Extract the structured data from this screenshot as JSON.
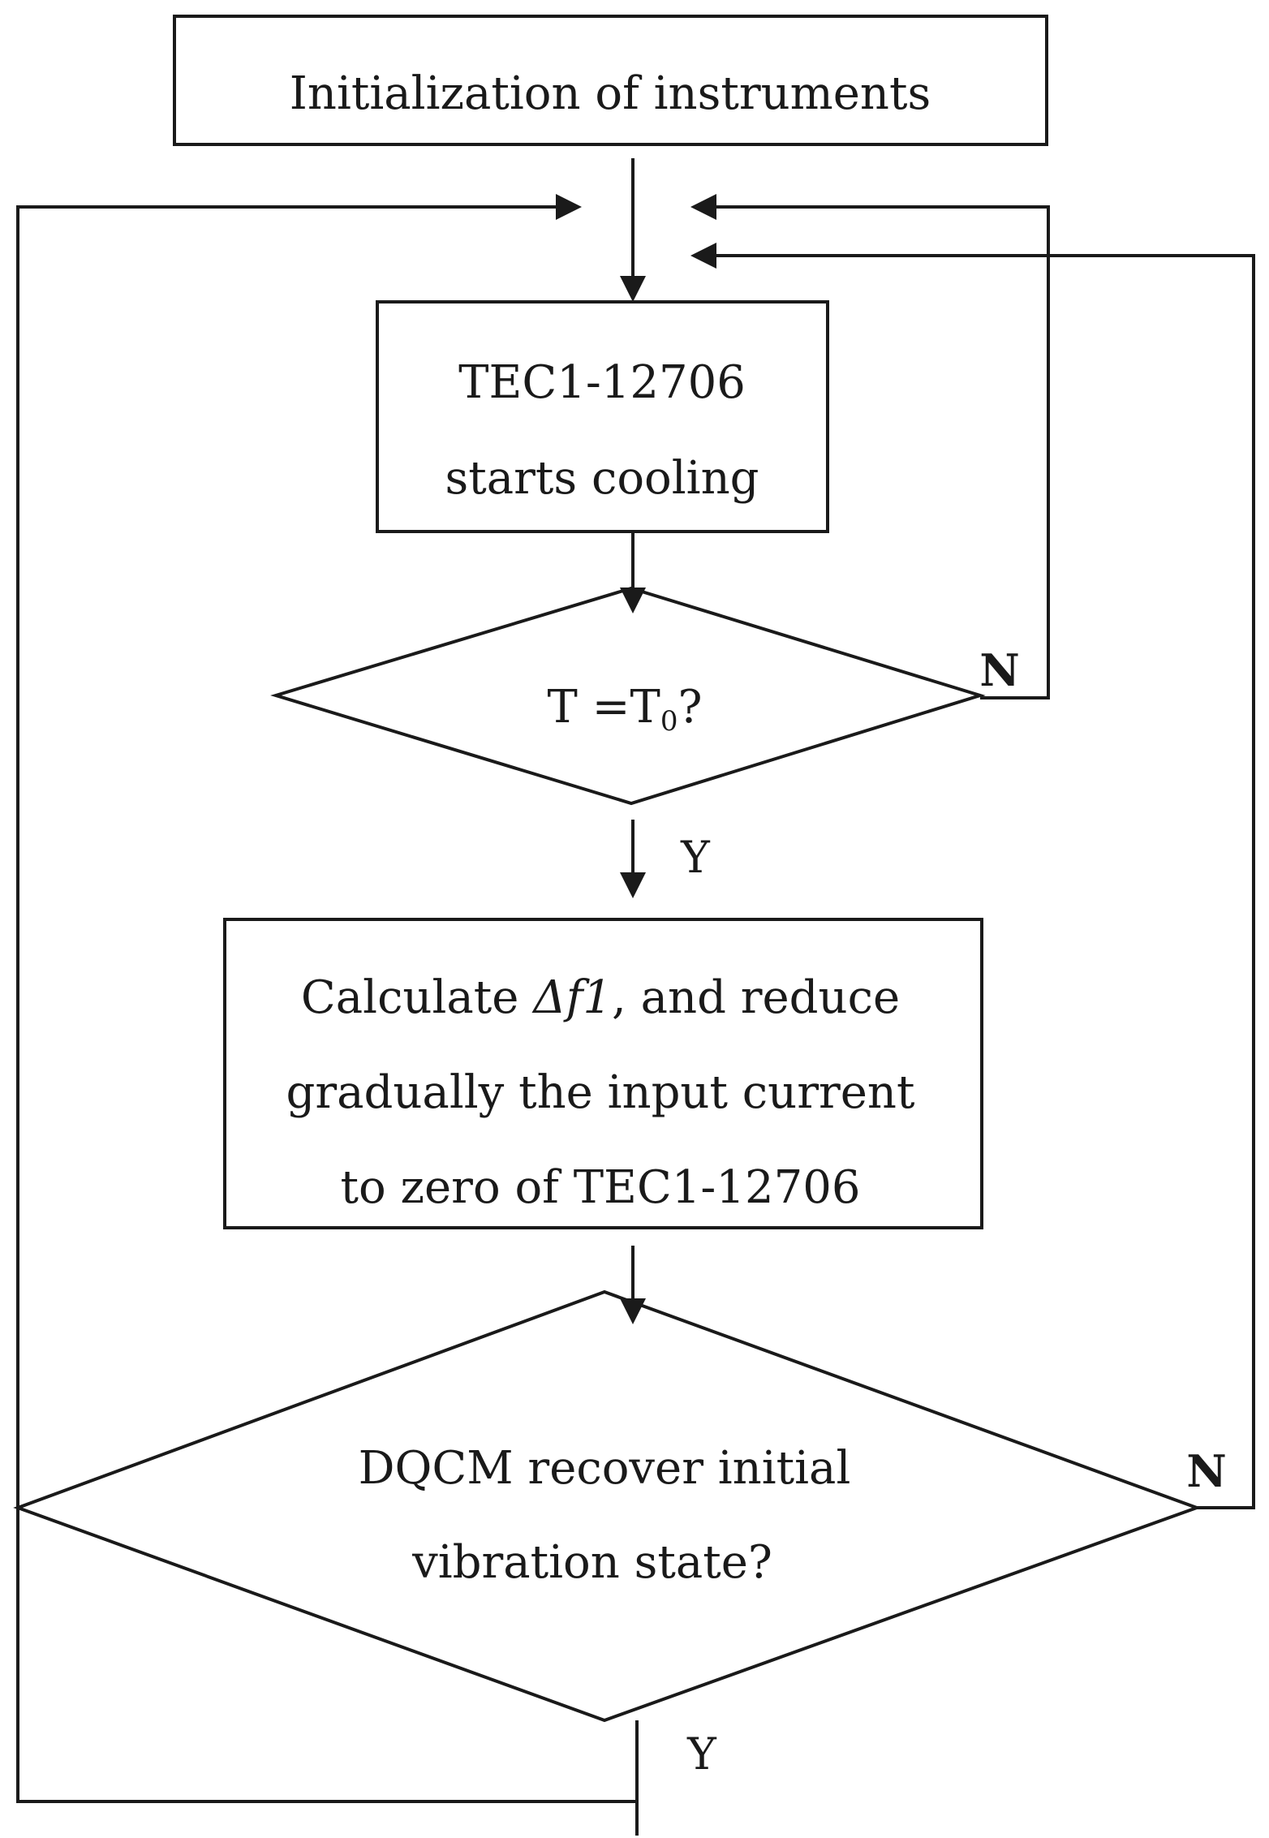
{
  "nodes": {
    "init": {
      "text": "Initialization of instruments"
    },
    "cooling": {
      "line1": "TEC1-12706",
      "line2": "starts cooling"
    },
    "temp_check": {
      "prefix": "T =T",
      "subscript": "0",
      "suffix": "?"
    },
    "calculate": {
      "line1_pre": "Calculate ",
      "line1_symbol": "Δf1",
      "line1_post": ", and reduce",
      "line2": "gradually the input current",
      "line3": "to zero of TEC1-12706"
    },
    "dqcm_check": {
      "line1": "DQCM recover initial",
      "line2": "vibration state?"
    }
  },
  "branches": {
    "temp_no": "N",
    "temp_yes": "Y",
    "dqcm_no": "N",
    "dqcm_yes": "Y"
  }
}
